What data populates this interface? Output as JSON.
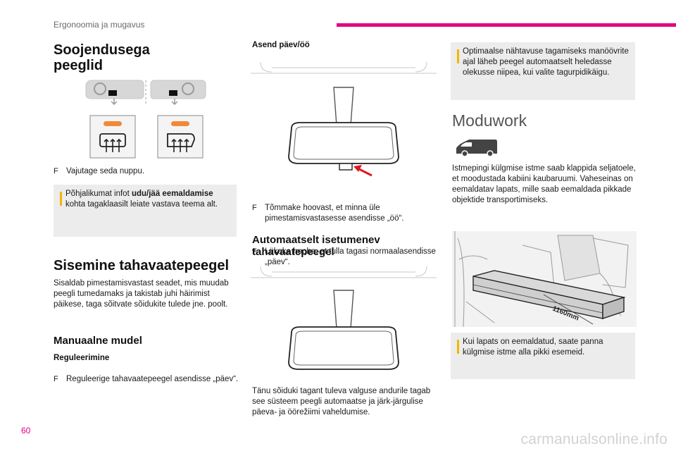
{
  "header": {
    "section": "Ergonoomia ja mugavus"
  },
  "page_number": "60",
  "watermark": "carmanualsonline.info",
  "colors": {
    "accent": "#e4007f",
    "note_bar": "#f2b600",
    "note_bg": "#ececec",
    "pointer_arrow": "#e0161e"
  },
  "col1": {
    "title_line1": "Soojendusega",
    "title_line2": "peeglid",
    "bullet_mark": "F",
    "press_button": "Vajutage seda nuppu.",
    "note_prefix": "Põhjalikumat infot ",
    "note_bold": "udu/jää eemaldamise",
    "note_suffix": " kohta tagaklaasilt leiate vastava teema alt.",
    "mirror_title": "Sisemine tahavaatepeegel",
    "mirror_desc": "Sisaldab pimestamisvastast seadet, mis muudab peegli tumedamaks ja takistab juhi häirimist päikese, taga sõitvate sõidukite tulede jne. poolt.",
    "manual_title": "Manuaalne mudel",
    "adjust_head": "Reguleerimine",
    "adjust_item": "Reguleerige tahavaatepeegel asendisse „päev“."
  },
  "col2": {
    "day_night_head": "Asend päev/öö",
    "bullets": [
      "Tõmmake hoovast, et minna üle pimestamisvastasesse asendisse „öö“.",
      "Lükake hooba, et tulla tagasi normaalasendisse „päev“."
    ],
    "auto_title_line1": "Automaatselt isetumenev",
    "auto_title_line2": "tahavaatepeegel",
    "auto_desc": "Tänu sõiduki tagant tuleva valguse andurile tagab see süsteem peegli automaatse ja järk-järgulise päeva- ja öörežiimi vaheldumise."
  },
  "col3": {
    "note_top": "Optimaalse nähtavuse tagamiseks manöövrite ajal läheb peegel automaatselt heledasse olekusse niipea, kui valite tagurpidikäigu.",
    "moduwork_title": "Moduwork",
    "moduwork_desc": "Istmepingi külgmise istme saab klappida seljatoele, et moodustada kabiini kaubaruumi. Vaheseinas on eemaldatav lapats, mille saab eemaldada pikkade objektide transportimiseks.",
    "dimension_label": "1160mm",
    "note_bottom": "Kui lapats on eemaldatud, saate panna külgmise istme alla pikki esemeid."
  }
}
